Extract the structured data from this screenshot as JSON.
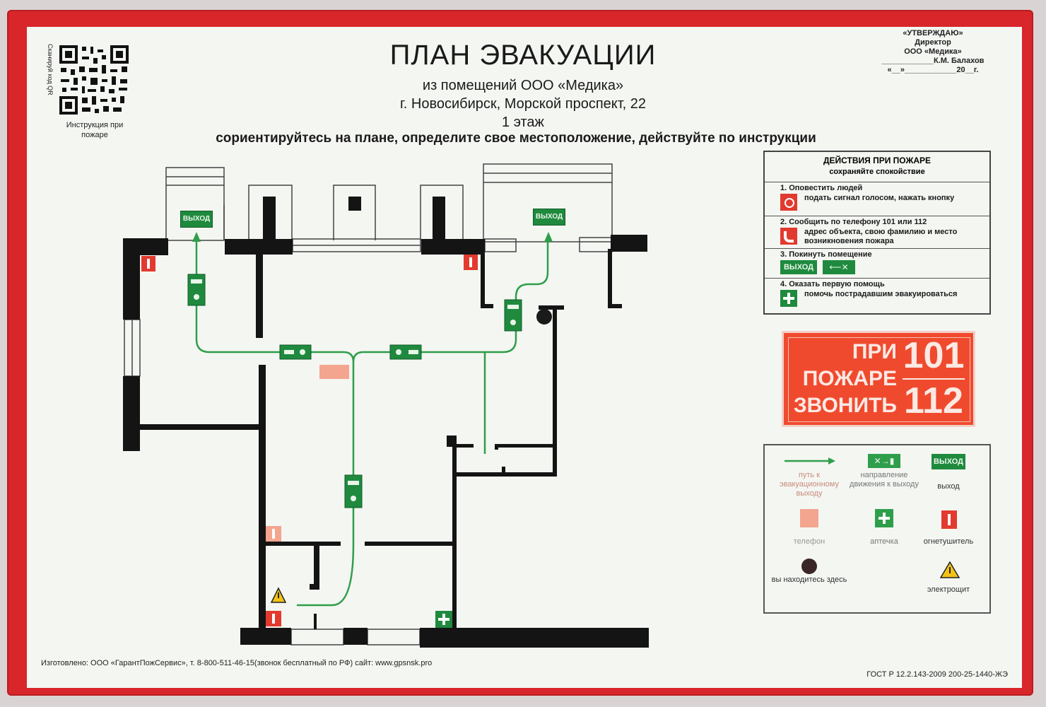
{
  "plan": {
    "title": "ПЛАН ЭВАКУАЦИИ",
    "subtitle_line1": "из помещений ООО «Медика»",
    "subtitle_line2": "г. Новосибирск, Морской проспект, 22",
    "floor": "1 этаж",
    "instruction": "сориентируйтесь на плане, определите свое местоположение, действуйте по инструкции"
  },
  "approval": {
    "line1": "«УТВЕРЖДАЮ»",
    "line2": "Директор",
    "line3": "ООО «Медика»",
    "line4": "____________К.М. Балахов",
    "line5": "«__»____________20__г."
  },
  "qr": {
    "caption": "Инструкция при пожаре",
    "side_text": "Сканируй код QR"
  },
  "actions": {
    "title": "ДЕЙСТВИЯ ПРИ ПОЖАРЕ",
    "subtitle": "сохраняйте спокойствие",
    "steps": [
      {
        "heading": "1. Оповестить людей",
        "text": "подать сигнал голосом, нажать кнопку"
      },
      {
        "heading": "2. Сообщить по телефону 101 или 112",
        "text": "адрес объекта, свою фамилию и место возникновения пожара"
      },
      {
        "heading": "3. Покинуть помещение",
        "text": ""
      },
      {
        "heading": "4. Оказать первую помощь",
        "text": "помочь пострадавшим эвакуироваться"
      }
    ],
    "exit_label": "ВЫХОД"
  },
  "fire_call": {
    "line1": "ПРИ",
    "line2": "ПОЖАРЕ",
    "line3": "ЗВОНИТЬ",
    "num1": "101",
    "num2": "112"
  },
  "legend": {
    "route": "путь к эвакуационному выходу",
    "direction": "направление движения к выходу",
    "exit": "выход",
    "exit_sign": "ВЫХОД",
    "phone": "телефон",
    "first_aid": "аптечка",
    "extinguisher": "огнетушитель",
    "you_are_here": "вы находитесь здесь",
    "panel": "электрощит"
  },
  "map": {
    "exit_label": "ВЫХОД"
  },
  "footer": {
    "maker": "Изготовлено: ООО «ГарантПожСервис», т. 8-800-511-46-15(звонок бесплатный по РФ) сайт: www.gpsnsk.pro",
    "gost": "ГОСТ Р 12.2.143-2009 200-25-1440-ЖЭ"
  },
  "colors": {
    "frame": "#d8262a",
    "route": "#2e9e4a",
    "sign_green": "#1f8a3e",
    "wall": "#141414",
    "extinguisher": "#e23a2e",
    "fire_box": "#f04a2e"
  }
}
